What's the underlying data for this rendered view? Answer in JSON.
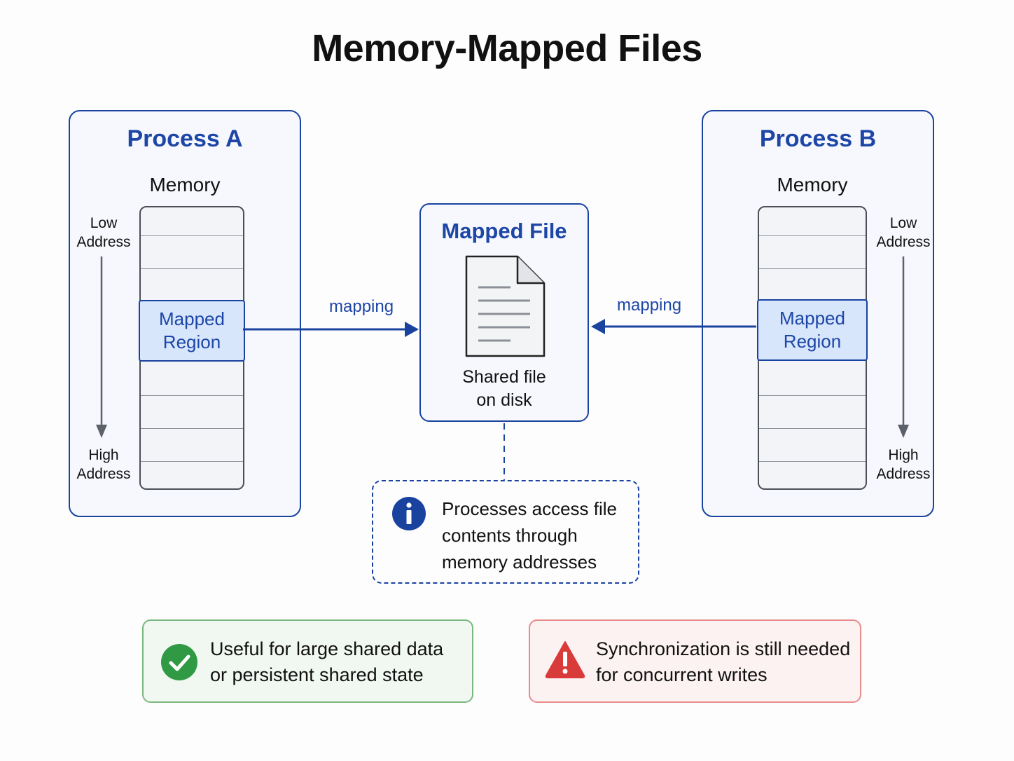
{
  "title": "Memory-Mapped Files",
  "process_a": {
    "title": "Process A",
    "memory_label": "Memory",
    "low_address": [
      "Low",
      "Address"
    ],
    "high_address": [
      "High",
      "Address"
    ],
    "region": [
      "Mapped",
      "Region"
    ]
  },
  "process_b": {
    "title": "Process B",
    "memory_label": "Memory",
    "low_address": [
      "Low",
      "Address"
    ],
    "high_address": [
      "High",
      "Address"
    ],
    "region": [
      "Mapped",
      "Region"
    ]
  },
  "mapped_file": {
    "title": "Mapped File",
    "caption": [
      "Shared file",
      "on disk"
    ],
    "icon": "document-icon"
  },
  "arrows": {
    "left_label": "mapping",
    "right_label": "mapping"
  },
  "info": {
    "icon": "info-icon",
    "lines": [
      "Processes access file",
      "contents through",
      "memory addresses"
    ]
  },
  "callouts": {
    "good": {
      "icon": "check-circle-icon",
      "lines": [
        "Useful for large shared data",
        "or persistent shared state"
      ]
    },
    "warning": {
      "icon": "warning-triangle-icon",
      "lines": [
        "Synchronization is still needed",
        "for concurrent writes"
      ]
    }
  },
  "colors": {
    "accent_blue": "#1a43a0",
    "region_fill": "#d7e6fb",
    "good_green": "#2f9a43",
    "warning_red": "#d93a3a"
  }
}
